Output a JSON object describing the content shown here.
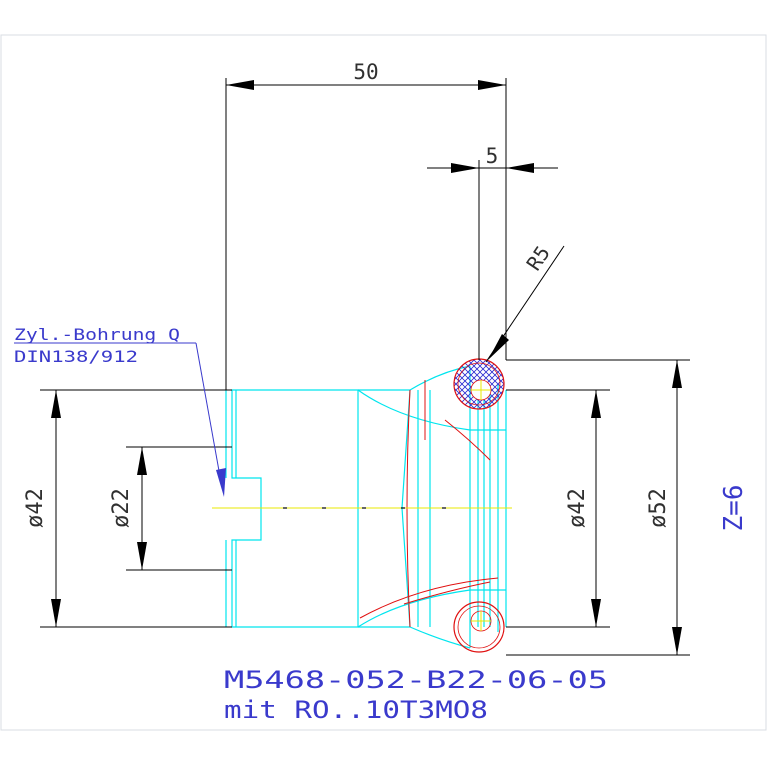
{
  "colors": {
    "background": "#ffffff",
    "frame": "#d9dde3",
    "dimension": "#000000",
    "part": "#00e5ee",
    "annotation": "#3a3acc",
    "hatch": "#2a2ad0",
    "tool_edge": "#e01010",
    "centerline": "#e8e800"
  },
  "dimensions": {
    "length": "50",
    "offset": "5",
    "radius": "R5",
    "bore_left": "ø42",
    "pilot": "ø22",
    "bore_right": "ø42",
    "cutting_diameter": "ø52"
  },
  "annotation": {
    "line1": "Zyl.-Bohrung Q",
    "line2": "DIN138/912"
  },
  "teeth": "Z=6",
  "part_number": {
    "line1": "M5468-052-B22-06-05",
    "line2": "mit RO..10T3MO8"
  }
}
